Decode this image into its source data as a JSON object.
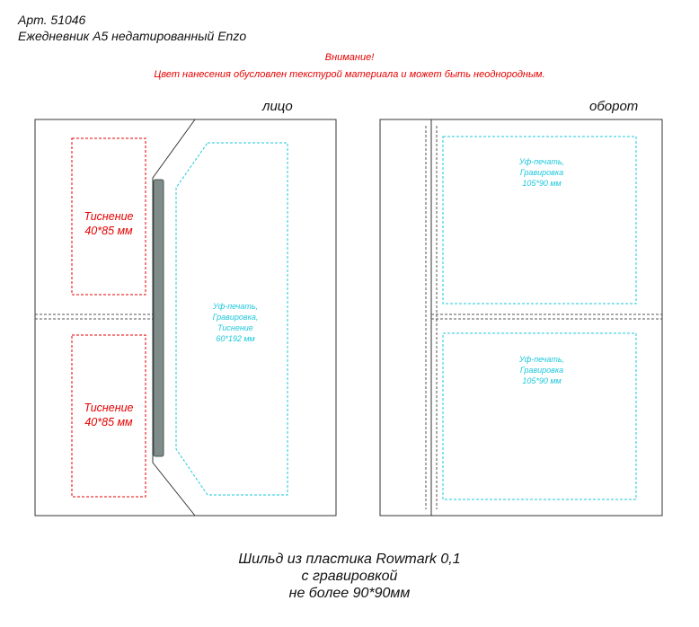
{
  "header": {
    "article": "Арт. 51046",
    "product": "Ежедневник А5 недатированный Enzo"
  },
  "warning": {
    "title": "Внимание!",
    "text": "Цвет нанесения обусловлен текстурой материала и может быть неоднородным."
  },
  "front": {
    "label": "лицо",
    "emboss_top": [
      "Тиснение",
      "40*85 мм"
    ],
    "emboss_bottom": [
      "Тиснение",
      "40*85 мм"
    ],
    "flap_area": [
      "Уф-печать,",
      "Гравировка,",
      "Тиснение",
      "60*192 мм"
    ]
  },
  "back": {
    "label": "оборот",
    "area_top": [
      "Уф-печать,",
      "Гравировка",
      "105*90 мм"
    ],
    "area_bottom": [
      "Уф-печать,",
      "Гравировка",
      "105*90 мм"
    ]
  },
  "caption": {
    "line1": "Шильд из пластика Rowmark 0,1",
    "line2": "с гравировкой",
    "line3": "не более 90*90мм"
  },
  "colors": {
    "outline": "#333333",
    "emboss_area": "#e60000",
    "print_area": "#1ec8dc",
    "plate_fill": "#7f8c89"
  }
}
